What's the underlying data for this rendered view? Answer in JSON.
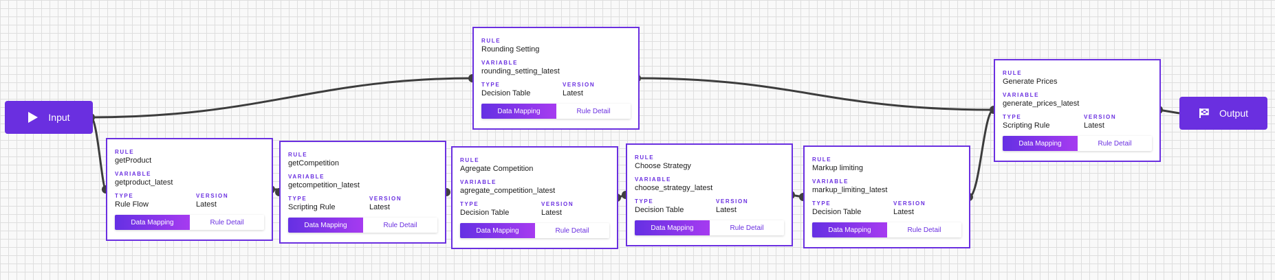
{
  "input_node": {
    "label": "Input"
  },
  "output_node": {
    "label": "Output"
  },
  "labels": {
    "rule": "RULE",
    "variable": "VARIABLE",
    "type": "TYPE",
    "version": "VERSION"
  },
  "buttons": {
    "data_mapping": "Data Mapping",
    "rule_detail": "Rule Detail"
  },
  "rules": [
    {
      "rule": "Rounding Setting",
      "variable": "rounding_setting_latest",
      "type": "Decision Table",
      "version": "Latest"
    },
    {
      "rule": "getProduct",
      "variable": "getproduct_latest",
      "type": "Rule Flow",
      "version": "Latest"
    },
    {
      "rule": "getCompetition",
      "variable": "getcompetition_latest",
      "type": "Scripting Rule",
      "version": "Latest"
    },
    {
      "rule": "Agregate Competition",
      "variable": "agregate_competition_latest",
      "type": "Decision Table",
      "version": "Latest"
    },
    {
      "rule": "Choose Strategy",
      "variable": "choose_strategy_latest",
      "type": "Decision Table",
      "version": "Latest"
    },
    {
      "rule": "Markup limiting",
      "variable": "markup_limiting_latest",
      "type": "Decision Table",
      "version": "Latest"
    },
    {
      "rule": "Generate Prices",
      "variable": "generate_prices_latest",
      "type": "Scripting Rule",
      "version": "Latest"
    }
  ],
  "colors": {
    "accent": "#6a2fe0",
    "accent_gradient_end": "#a63bf0",
    "edge": "#3c3c3c"
  }
}
